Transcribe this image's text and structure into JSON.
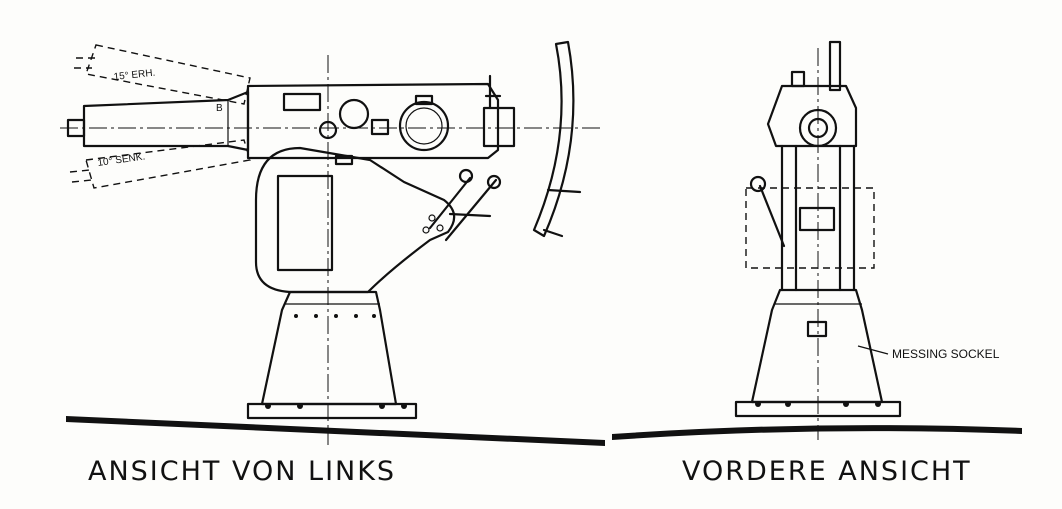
{
  "left_view": {
    "caption": "ANSICHT VON LINKS",
    "elevation_label": "15° ERH.",
    "depression_label": "10° SENK.",
    "pivot_label": "B"
  },
  "front_view": {
    "caption": "VORDERE ANSICHT",
    "base_label": "MESSING SOCKEL"
  }
}
